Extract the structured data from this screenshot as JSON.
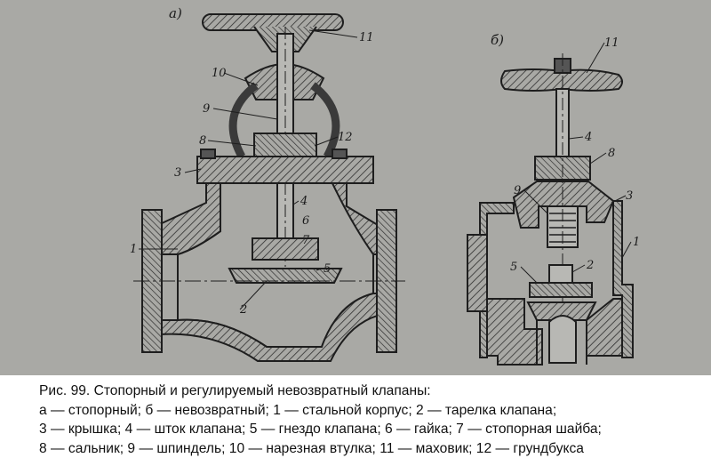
{
  "figure": {
    "views": [
      {
        "label": "а)"
      },
      {
        "label": "б)"
      }
    ],
    "callouts_a": [
      "11",
      "10",
      "9",
      "8",
      "12",
      "3",
      "4",
      "6",
      "7",
      "1",
      "5",
      "2"
    ],
    "callouts_b": [
      "11",
      "4",
      "8",
      "9",
      "3",
      "1",
      "5",
      "2"
    ]
  },
  "caption": {
    "lines": [
      "Рис. 99. Стопорный и регулируемый невозвратный клапаны:",
      "а — стопорный; б — невозвратный; 1 — стальной корпус; 2 — тарелка клапана;",
      "3 — крышка; 4 — шток клапана; 5 — гнездо клапана; 6 — гайка; 7 — стопорная шайба;",
      "8 — сальник; 9 — шпиндель; 10 — нарезная втулка; 11 — маховик; 12 — грундбукса"
    ]
  },
  "colors": {
    "background": "#a9a9a5",
    "ink": "#1e1e1e",
    "hatch": "#3a3a3a"
  }
}
